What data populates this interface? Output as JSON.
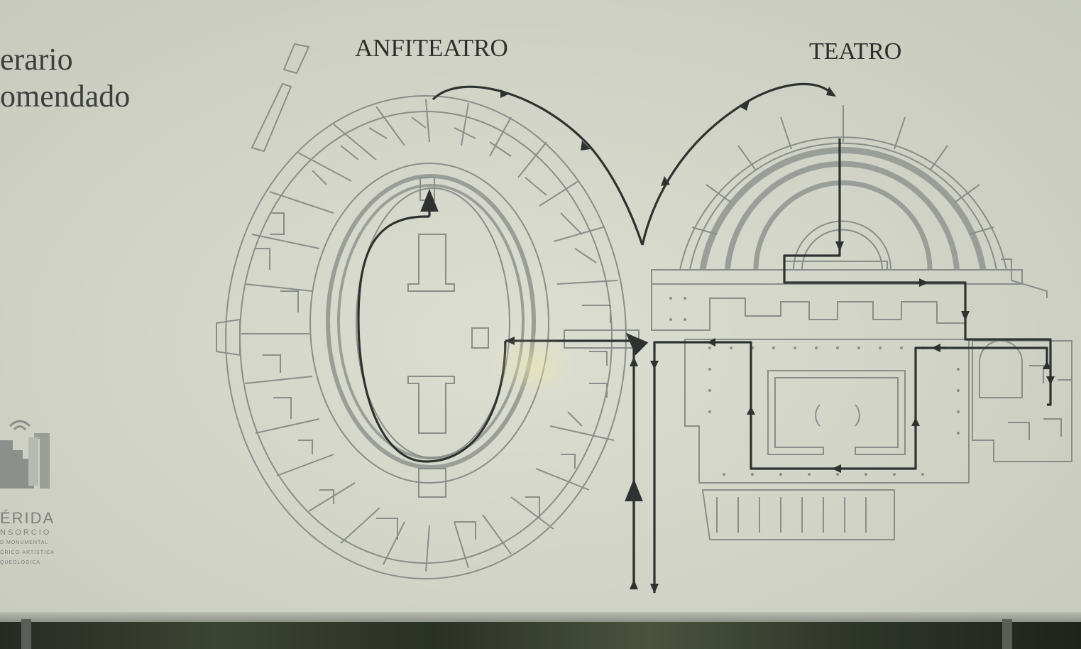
{
  "sign": {
    "legend_line1": "erario",
    "legend_line2": "omendado",
    "amphitheatre_label": "ANFITEATRO",
    "theatre_label": "TEATRO",
    "brand_line1": "ÉRIDA",
    "brand_line2": "NSORCIO",
    "brand_line3": "D MONUMENTAL",
    "brand_line4": "ÓRICO-ARTÍSTICA",
    "brand_line5": "QUEOLÓGICA"
  },
  "colors": {
    "panel": "#d6d8cc",
    "plan_lines": "#8a8e8a",
    "route": "#2e3230",
    "text": "#2c2f2c"
  },
  "icons": {
    "brand": "city-consortium-logo-icon",
    "route_arrow": "arrow-icon"
  }
}
